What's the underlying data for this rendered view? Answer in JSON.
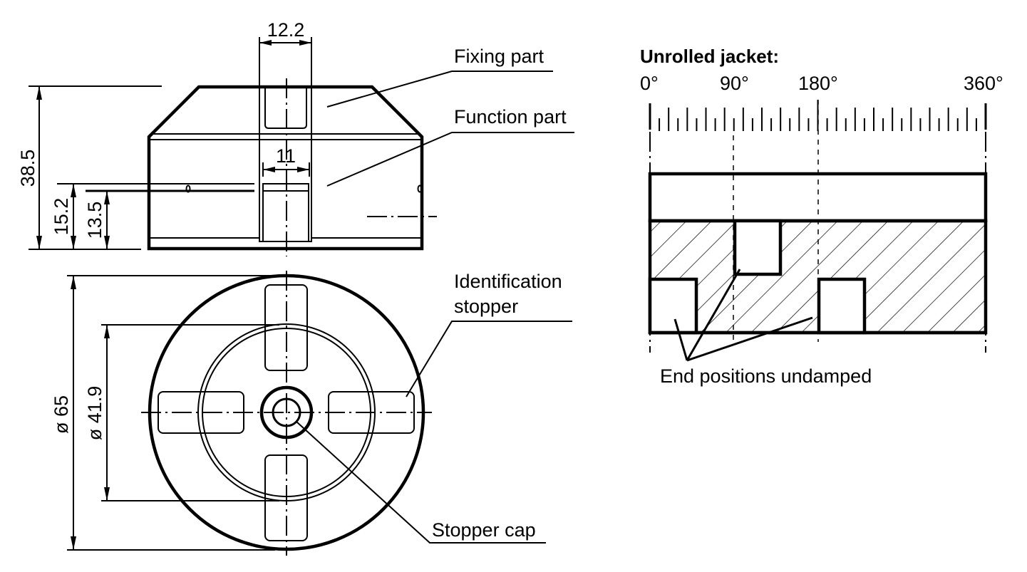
{
  "diagram": {
    "side_view": {
      "dimensions": {
        "slot_width_top": "12.2",
        "slot_width_inner": "11",
        "total_height": "38.5",
        "height_a": "15.2",
        "height_b": "13.5"
      },
      "labels": {
        "fixing_part": "Fixing part",
        "function_part": "Function part"
      }
    },
    "top_view": {
      "dimensions": {
        "outer_diameter": "ø 65",
        "inner_diameter": "ø 41.9"
      },
      "labels": {
        "identification_stopper_line1": "Identification",
        "identification_stopper_line2": "stopper",
        "stopper_cap": "Stopper cap"
      }
    },
    "unrolled_jacket": {
      "title": "Unrolled jacket:",
      "angle_labels": [
        "0°",
        "90°",
        "180°",
        "360°"
      ],
      "annotation": "End positions undamped"
    }
  }
}
